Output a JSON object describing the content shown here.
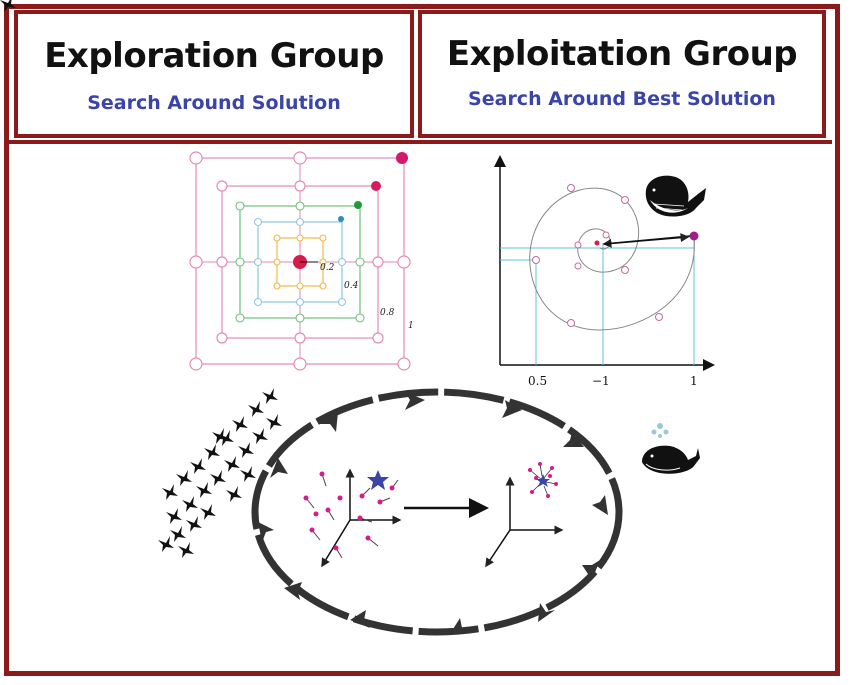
{
  "left_panel": {
    "title": "Exploration Group",
    "subtitle": "Search Around Solution",
    "grid_labels": [
      "0.2",
      "0.4",
      "0.8",
      "1"
    ]
  },
  "right_panel": {
    "title": "Exploitation Group",
    "subtitle": "Search Around Best Solution",
    "x_tick_labels": [
      "0.5",
      "−1",
      "1"
    ]
  },
  "colors": {
    "frame": "#8b1a1a",
    "subtitle": "#3b44a8",
    "grid_outer": "#e48ab8",
    "grid_mid": "#6fc07a",
    "grid_inner": "#8fc6e6",
    "grid_core": "#f2b84b",
    "spiral_guides": "#5bc3d9",
    "cycle_arrows": "#333333"
  },
  "icons": [
    "whale-icon",
    "spouting-whale-icon",
    "bird-flock-icon",
    "star-icon"
  ]
}
